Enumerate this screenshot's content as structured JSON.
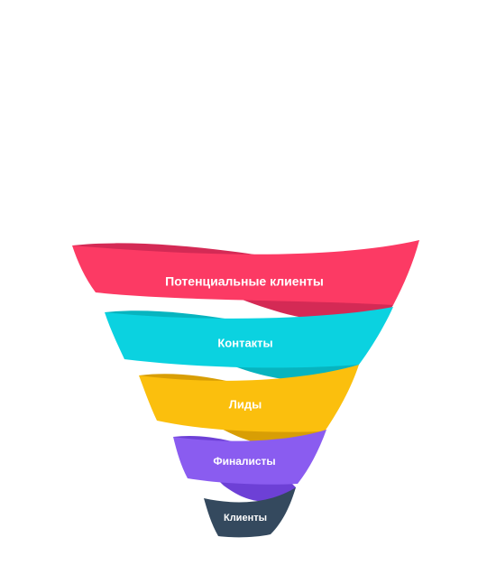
{
  "funnel": {
    "stages": [
      {
        "label": "Потенциальные клиенты",
        "color": "#fc3a64",
        "shade": "#d42a55"
      },
      {
        "label": "Контакты",
        "color": "#0bd2e0",
        "shade": "#07b4bf"
      },
      {
        "label": "Лиды",
        "color": "#fbbf0d",
        "shade": "#d89e05"
      },
      {
        "label": "Финалисты",
        "color": "#8a5cf0",
        "shade": "#6d40d6"
      },
      {
        "label": "Клиенты",
        "color": "#34495e",
        "shade": "#22313f"
      }
    ]
  }
}
